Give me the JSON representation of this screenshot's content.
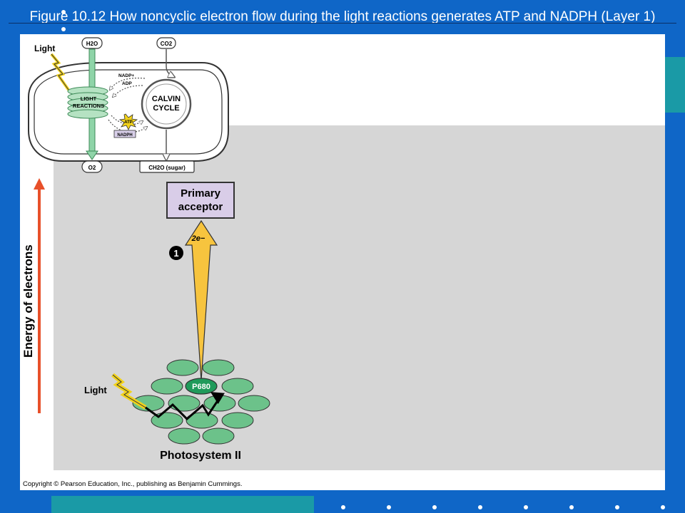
{
  "slide": {
    "title": "Figure 10.12  How noncyclic electron flow during the light reactions generates ATP and NADPH (Layer 1)"
  },
  "diagram": {
    "overview": {
      "light": "Light",
      "h2o": "H2O",
      "co2": "CO2",
      "nadp": "NADP+",
      "adp": "ADP",
      "light_reactions_1": "LIGHT",
      "light_reactions_2": "REACTIONS",
      "calvin_1": "CALVIN",
      "calvin_2": "CYCLE",
      "atp": "ATP",
      "nadph": "NADPH",
      "o2": "O2",
      "sugar": "CH2O (sugar)"
    },
    "y_axis_label": "Energy of electrons",
    "primary_acceptor_1": "Primary",
    "primary_acceptor_2": "acceptor",
    "electrons": "2e−",
    "step_number": "1",
    "light_label": "Light",
    "p680": "P680",
    "photosystem": "Photosystem II",
    "copyright": "Copyright © Pearson Education, Inc., publishing as Benjamin Cummings."
  },
  "colors": {
    "background": "#0f66c7",
    "teal": "#1a9aa6",
    "gray_region": "#d6d6d6",
    "leaf_green": "#6cc28a",
    "p680_green": "#1f9a5a",
    "arrow_yellow": "#f7c43e",
    "axis_arrow": "#e8502a",
    "acceptor_fill": "#d9cde8"
  }
}
